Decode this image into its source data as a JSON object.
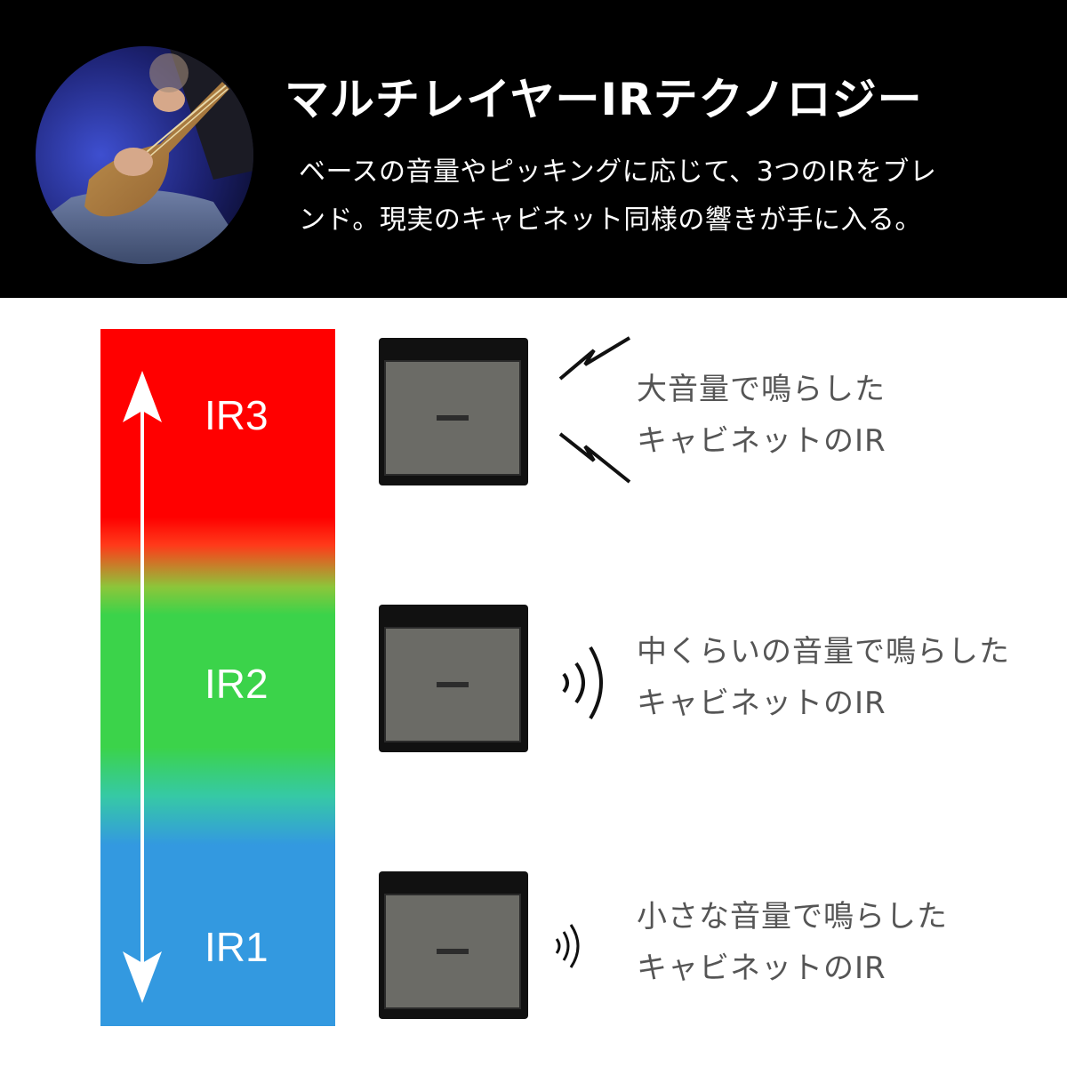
{
  "header": {
    "title": "マルチレイヤーIRテクノロジー",
    "subtitle_line1": "ベースの音量やピッキングに応じて、3つのIRをブレ",
    "subtitle_line2": "ンド。現実のキャビネット同様の響きが手に入る。"
  },
  "gradient_bar": {
    "labels": [
      "IR3",
      "IR2",
      "IR1"
    ],
    "colors": {
      "top": "#ff0000",
      "middle": "#3bd34a",
      "bottom": "#3399e0"
    }
  },
  "cabinets": [
    {
      "description_line1": "大音量で鳴らした",
      "description_line2": "キャビネットのIR",
      "wave_icon": "lightning-icon"
    },
    {
      "description_line1": "中くらいの音量で鳴らした",
      "description_line2": "キャビネットのIR",
      "wave_icon": "sound-waves-large-icon"
    },
    {
      "description_line1": "小さな音量で鳴らした",
      "description_line2": "キャビネットのIR",
      "wave_icon": "sound-waves-small-icon"
    }
  ]
}
